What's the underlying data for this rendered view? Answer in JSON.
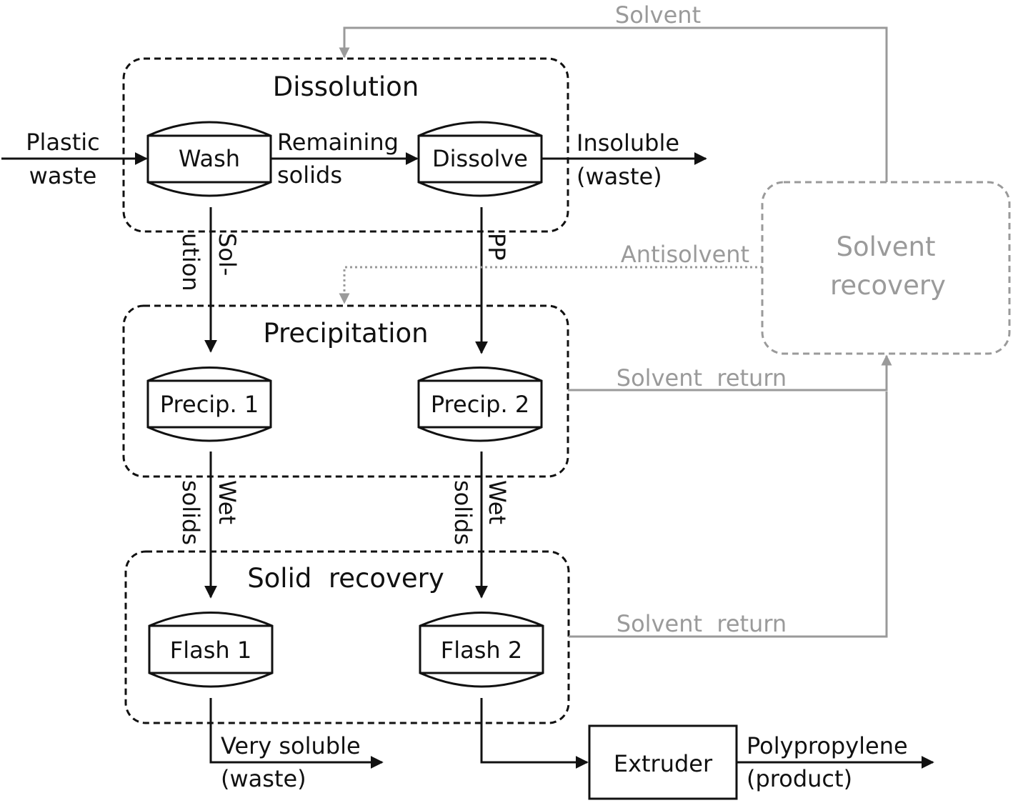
{
  "groups": {
    "dissolution": "Dissolution",
    "precipitation": "Precipitation",
    "solid_recovery": "Solid  recovery",
    "solvent_recovery_line1": "Solvent",
    "solvent_recovery_line2": "recovery"
  },
  "units": {
    "wash": "Wash",
    "dissolve": "Dissolve",
    "precip1": "Precip. 1",
    "precip2": "Precip. 2",
    "flash1": "Flash 1",
    "flash2": "Flash 2",
    "extruder": "Extruder"
  },
  "streams": {
    "feed_line1": "Plastic",
    "feed_line2": "waste",
    "remaining_line1": "Remaining",
    "remaining_line2": "solids",
    "insoluble_line1": "Insoluble",
    "insoluble_line2": "(waste)",
    "solution_line1": "Sol-",
    "solution_line2": "ution",
    "pp": "PP",
    "wet_solids_line1": "Wet",
    "wet_solids_line2": "solids",
    "very_soluble_line1": "Very soluble",
    "very_soluble_line2": "(waste)",
    "product_line1": "Polypropylene",
    "product_line2": "(product)",
    "solvent": "Solvent",
    "antisolvent": "Antisolvent",
    "solvent_return": "Solvent  return"
  },
  "colors": {
    "main": "#111111",
    "recycle": "#9a9a9a"
  }
}
